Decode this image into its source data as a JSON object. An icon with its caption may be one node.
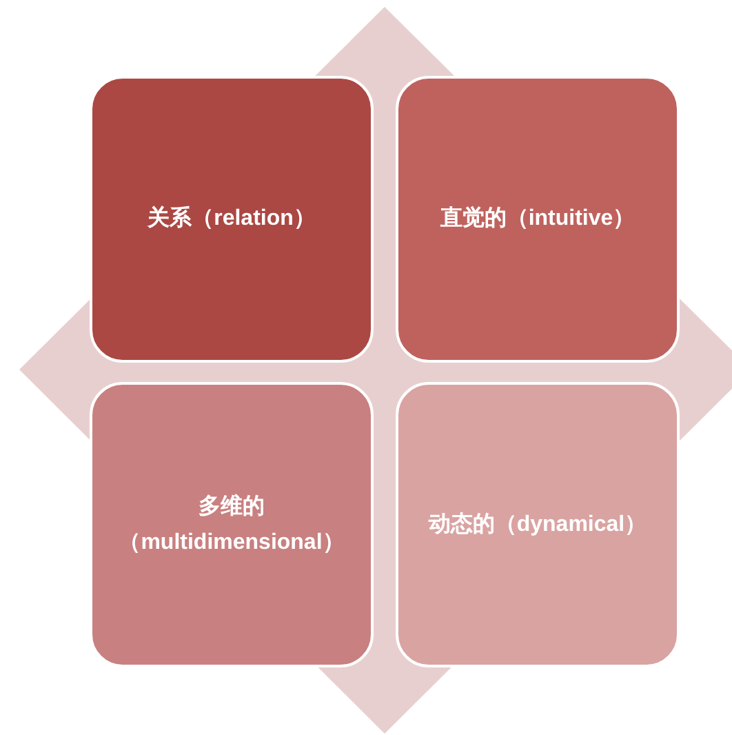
{
  "diagram": {
    "nodes": [
      {
        "text": [
          "关系（relation）"
        ]
      },
      {
        "text": [
          "直觉的（intuitive）"
        ]
      },
      {
        "text": [
          "多维的（multidimensional）"
        ]
      },
      {
        "text": [
          "动态的（dynamical）"
        ]
      }
    ]
  }
}
